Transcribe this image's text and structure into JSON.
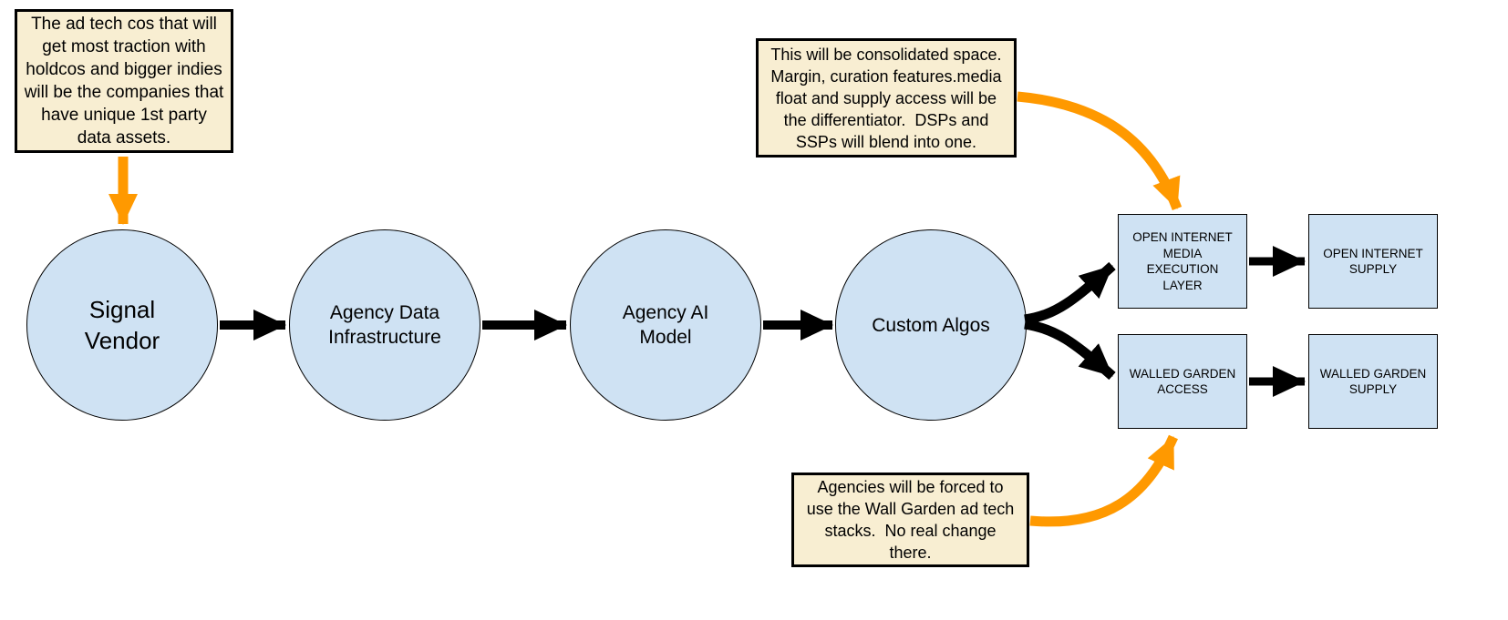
{
  "colors": {
    "background": "#ffffff",
    "node_fill": "#cfe2f3",
    "node_border": "#000000",
    "note_fill": "#f8eed2",
    "note_border": "#000000",
    "connector_black": "#000000",
    "connector_orange": "#ff9900"
  },
  "circles": [
    {
      "label": "Signal\nVendor"
    },
    {
      "label": "Agency Data\nInfrastructure"
    },
    {
      "label": "Agency AI\nModel"
    },
    {
      "label": "Custom Algos"
    }
  ],
  "boxes": [
    {
      "label": "OPEN INTERNET\nMEDIA\nEXECUTION\nLAYER"
    },
    {
      "label": "OPEN INTERNET\nSUPPLY"
    },
    {
      "label": "WALLED GARDEN\nACCESS"
    },
    {
      "label": "WALLED GARDEN\nSUPPLY"
    }
  ],
  "notes": [
    {
      "text": "The ad tech cos that will\nget most traction with\nholdcos and bigger indies\nwill be the companies that\nhave unique 1st party\ndata assets."
    },
    {
      "text": "This will be consolidated space.\nMargin, curation features.media\nfloat and supply access will be\nthe differentiator.  DSPs and\nSSPs will blend into one."
    },
    {
      "text": "Agencies will be forced to\nuse the Wall Garden ad tech\nstacks.  No real change\nthere."
    }
  ]
}
